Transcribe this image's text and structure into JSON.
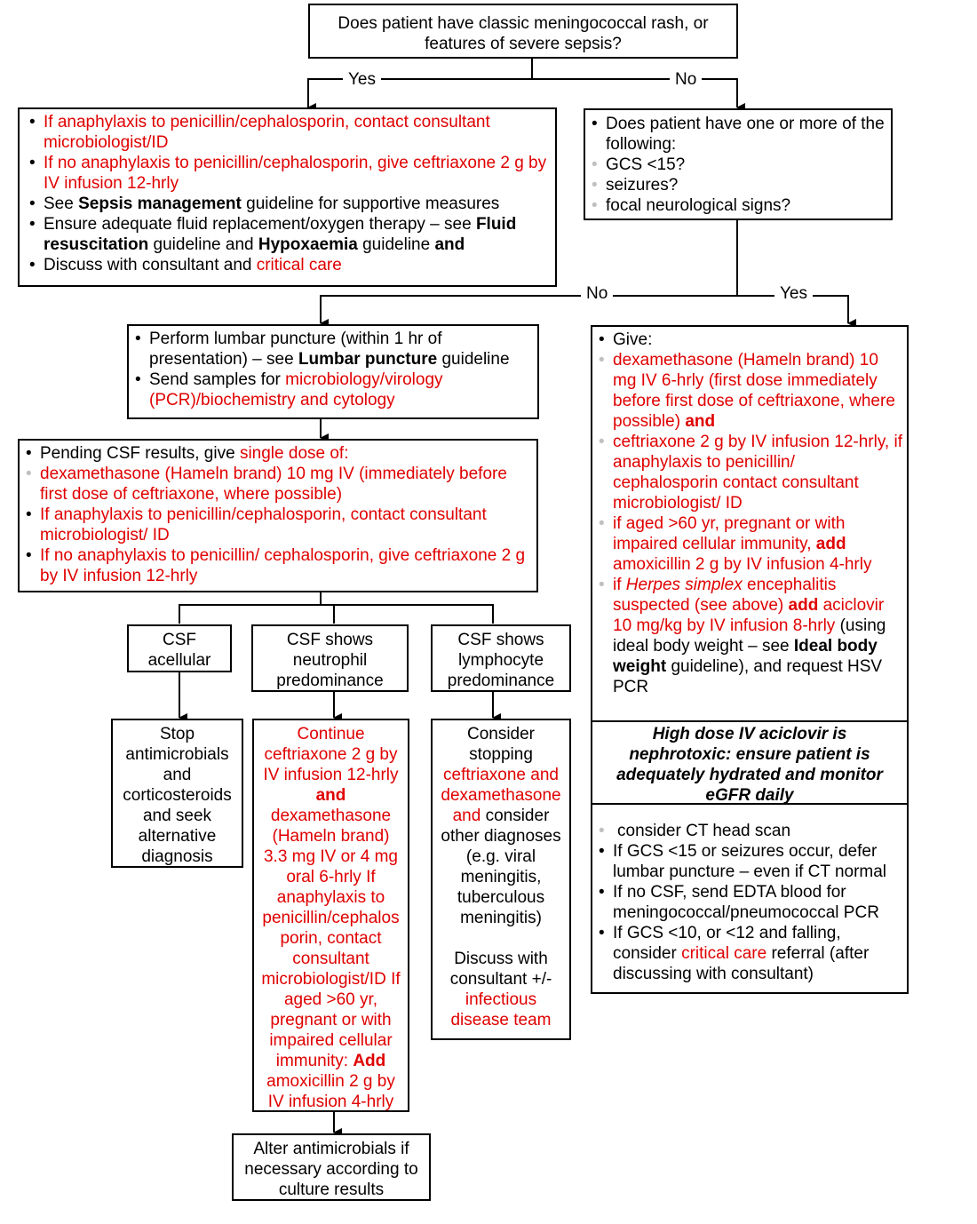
{
  "q1": "Does patient have classic meningococcal rash, or features of severe sepsis?",
  "labels": {
    "yes": "Yes",
    "no": "No"
  },
  "sepsis": [
    "If anaphylaxis to penicillin/cephalosporin, contact consultant microbiologist/ID",
    "If no anaphylaxis to penicillin/cephalosporin, give ceftriaxone 2 g by IV infusion 12-hrly",
    "See",
    "Sepsis management",
    "guideline for supportive measures",
    "Ensure adequate fluid replacement/oxygen therapy – see",
    "Fluid resuscitation",
    "guideline and",
    "Hypoxaemia",
    "guideline",
    "and",
    "Discuss with consultant and",
    "critical care"
  ],
  "q2": {
    "intro": "Does patient have one or more of the following:",
    "items": [
      "GCS <15?",
      "seizures?",
      "focal neurological signs?"
    ]
  },
  "lp": [
    "Perform lumbar puncture (within 1 hr of presentation) – see",
    "Lumbar puncture",
    "guideline",
    "Send samples for",
    "microbiology/virology (PCR)/biochemistry and cytology"
  ],
  "pending": [
    "Pending CSF results, give",
    "single dose of:",
    "dexamethasone (Hameln brand) 10 mg IV (immediately before first dose of ceftriaxone, where possible)",
    "If anaphylaxis to penicillin/cephalosporin, contact consultant microbiologist/ ID",
    "If no anaphylaxis to penicillin/ cephalosporin, give ceftriaxone 2 g by IV infusion 12-hrly"
  ],
  "give": [
    "Give:",
    "dexamethasone (Hameln brand) 10 mg IV 6-hrly (first dose immediately before first dose of ceftriaxone, where possible)",
    "and",
    "ceftriaxone 2 g by IV infusion 12-hrly, if anaphylaxis to penicillin/ cephalosporin contact consultant microbiologist/ ID",
    "if aged >60 yr, pregnant or with impaired cellular immunity,",
    "add",
    "amoxicillin 2 g by IV infusion 4-hrly",
    "if",
    "Herpes simplex",
    "encephalitis suspected (see above)",
    "add",
    "aciclovir 10 mg/kg by IV infusion 8-hrly",
    "(using ideal body weight – see",
    "Ideal body weight",
    "guideline), and request HSV PCR"
  ],
  "warning": "High dose IV aciclovir is nephrotoxic: ensure patient is adequately hydrated and monitor eGFR daily",
  "ct": [
    "consider CT head scan",
    "If GCS <15 or seizures occur, defer lumbar puncture – even if CT normal",
    "If no CSF, send EDTA blood for meningococcal/pneumococcal PCR",
    "If GCS <10, or <12 and falling, consider",
    "critical care",
    "referral (after discussing with consultant)"
  ],
  "csf": {
    "acellular": "CSF acellular",
    "neutrophil": "CSF shows neutrophil predominance",
    "lymphocyte": "CSF shows lymphocyte predominance"
  },
  "stop": "Stop antimicrobials and corticosteroids and seek alternative diagnosis",
  "cont": [
    "Continue ceftriaxone 2 g by IV infusion 12-hrly",
    "and",
    "dexamethasone (Hameln brand) 3.3 mg IV or 4 mg oral 6-hrly",
    "If anaphylaxis to penicillin/cephalos porin, contact consultant microbiologist/ID",
    "If aged >60 yr, pregnant or with impaired cellular immunity:",
    "Add",
    "amoxicillin 2 g by IV infusion 4-hrly"
  ],
  "consider": [
    "Consider stopping",
    "ceftriaxone and dexamethasone and",
    "consider other diagnoses (e.g. viral meningitis, tuberculous meningitis)",
    "Discuss with consultant +/-",
    "infectious disease team"
  ],
  "alter": "Alter antimicrobials if necessary according to culture results"
}
